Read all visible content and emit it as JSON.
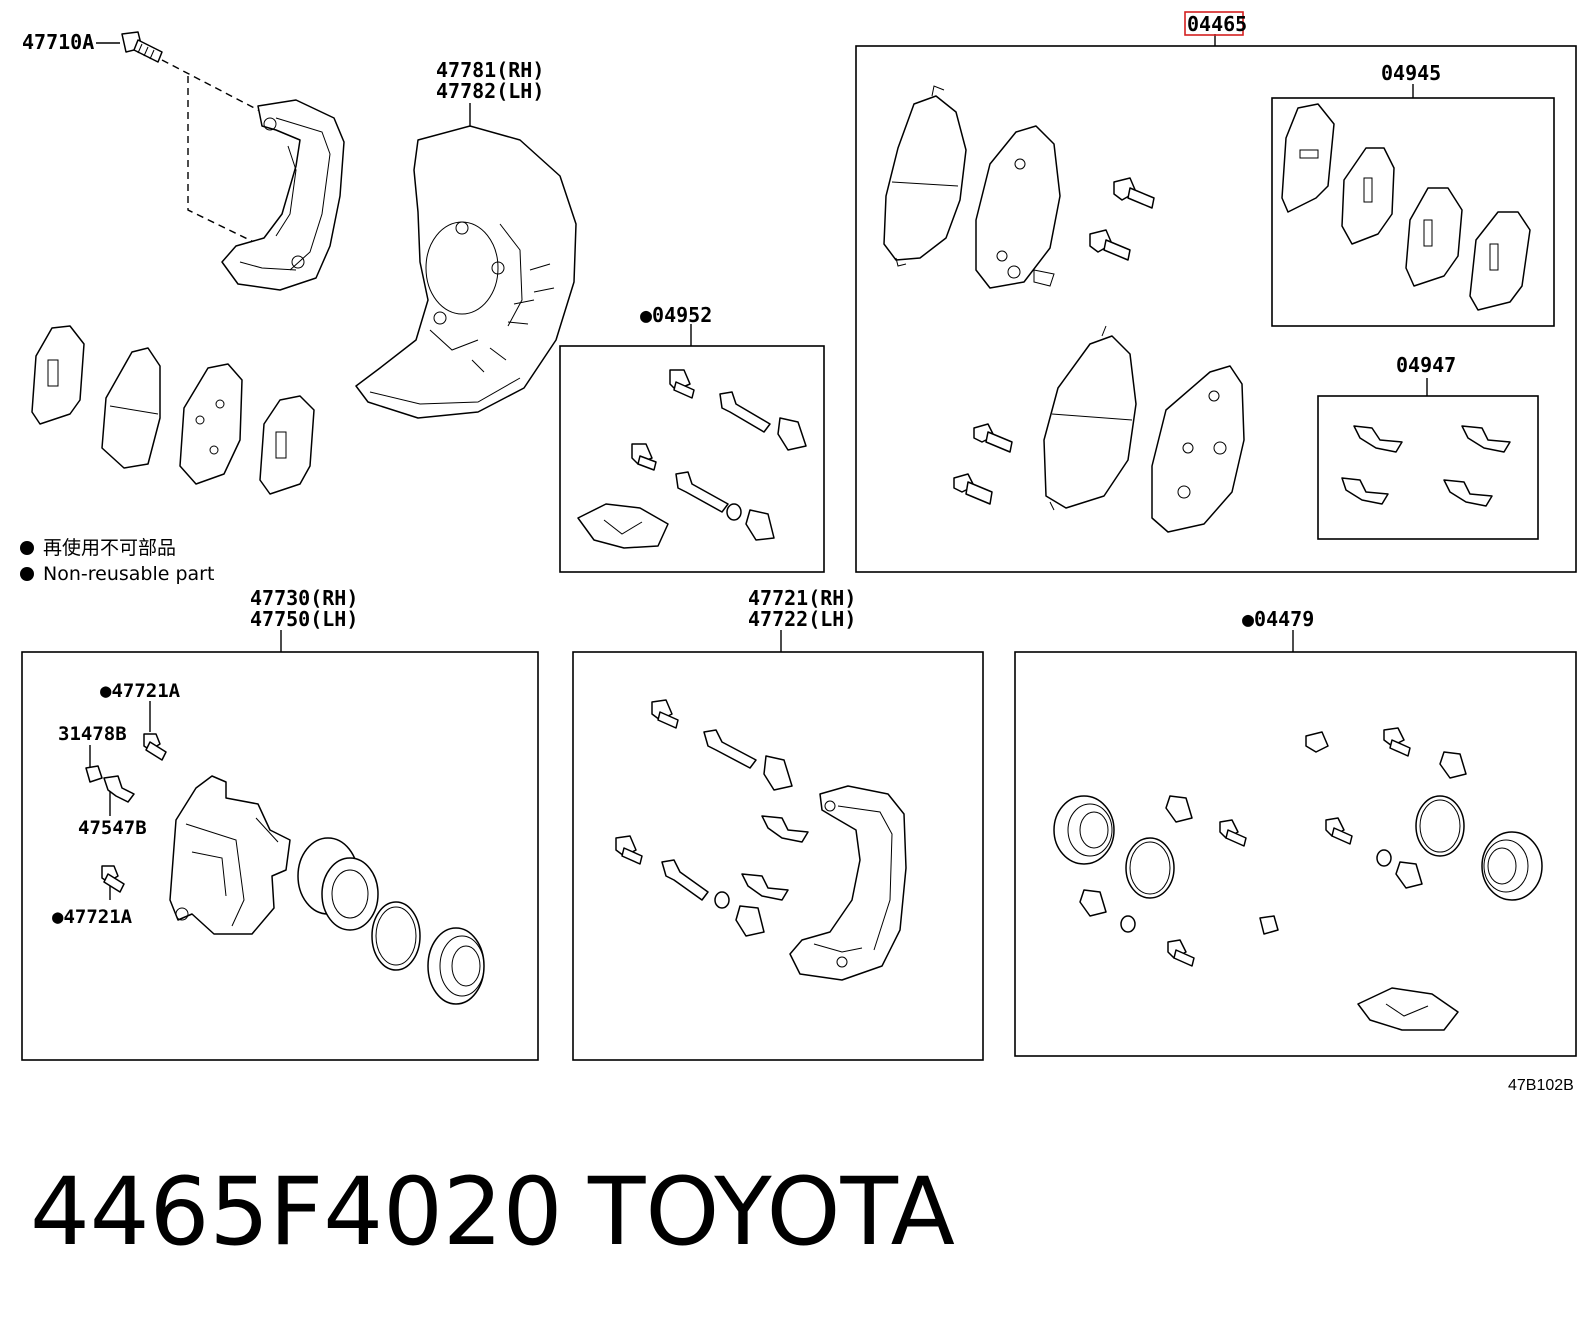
{
  "labels": {
    "bolt_top": "47710A",
    "shield_rh": "47781(RH)",
    "shield_lh": "47782(LH)",
    "pad_kit": "04465",
    "shim_kit": "04945",
    "clip_kit": "04947",
    "caliper_kit": "●04952",
    "caliper_rh": "47730(RH)",
    "caliper_lh": "47750(LH)",
    "mount_rh": "47721(RH)",
    "mount_lh": "47722(LH)",
    "seal_kit": "●04479",
    "pin_a_top": "●47721A",
    "bleeder_cap": "31478B",
    "bleeder_plug": "47547B",
    "pin_a_bottom": "●47721A"
  },
  "legend": {
    "japanese": "再使用不可部品",
    "english": "Non-reusable part"
  },
  "diagram_code": "47B102B",
  "caption": {
    "part_number": "4465F4020",
    "brand": "TOYOTA"
  },
  "highlight_color": "#d42020"
}
